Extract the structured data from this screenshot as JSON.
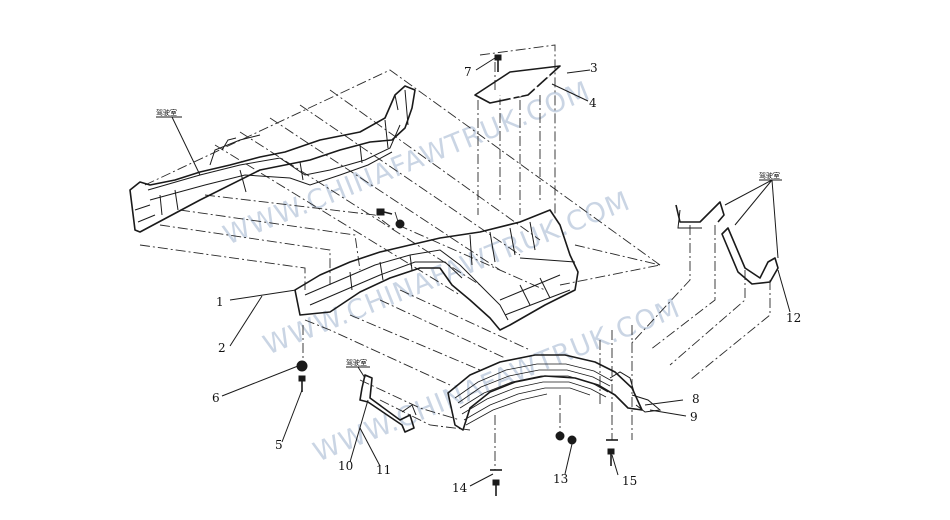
{
  "watermark": "WWW.CHINAFAWTRUK.COM",
  "callouts": {
    "c1": "1",
    "c2": "2",
    "c3": "3",
    "c4": "4",
    "c5": "5",
    "c6": "6",
    "c7": "7",
    "c8": "8",
    "c9": "9",
    "c10": "10",
    "c11": "11",
    "c12": "12",
    "c13": "13",
    "c14": "14",
    "c15": "15"
  },
  "cab_labels": {
    "top_left": "驾驶室",
    "right": "驾驶室",
    "bottom_left": "驾驶室"
  },
  "colors": {
    "line": "#1a1a1a",
    "watermark": "#9fb3cf"
  }
}
